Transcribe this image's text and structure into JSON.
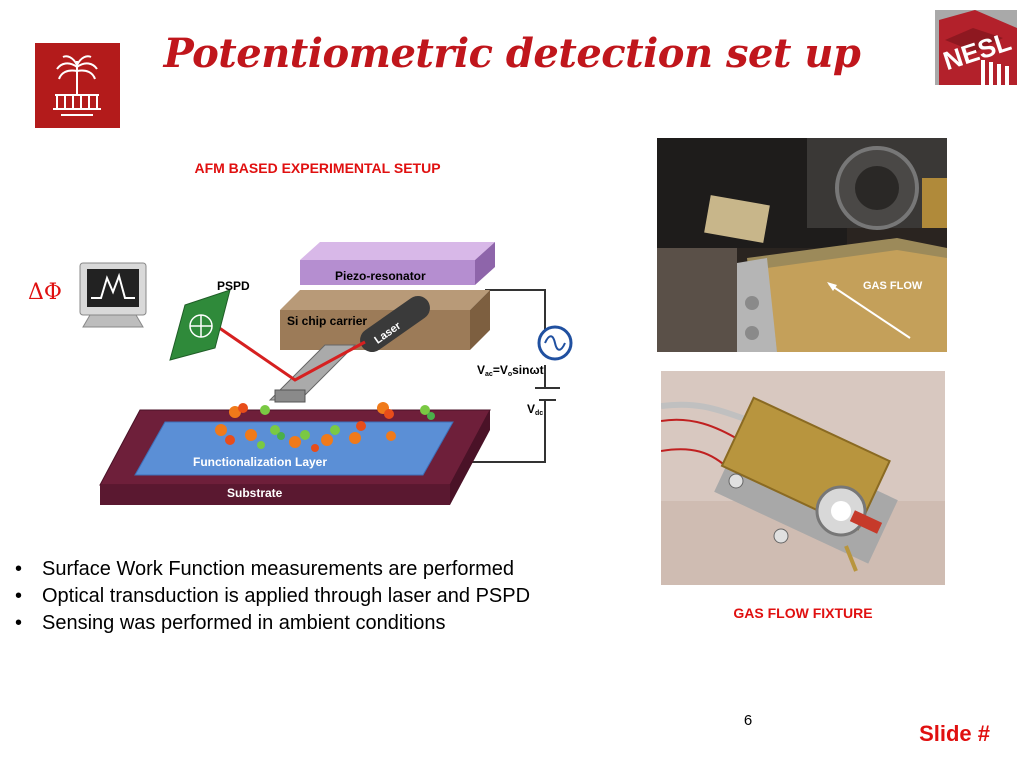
{
  "slide": {
    "title": "Potentiometric detection set up",
    "afm_caption": "AFM BASED  EXPERIMENTAL SETUP",
    "fixture_caption": "GAS FLOW FIXTURE",
    "page_number": "6",
    "slide_label": "Slide #",
    "accent_color": "#c0161c"
  },
  "logos": {
    "left": {
      "icon": "university-palmetto-logo"
    },
    "right": {
      "icon": "nesl-logo",
      "text": "NESL"
    }
  },
  "diagram": {
    "delta_phi": "ΔΦ",
    "pspd": "PSPD",
    "piezo": "Piezo-resonator",
    "si_chip": "Si chip carrier",
    "laser": "Laser",
    "vac_label": "V",
    "vac_sub": "ac",
    "vac_eq": "=V",
    "vac_sub2": "o",
    "vac_rest": "sinωt",
    "vdc_label": "V",
    "vdc_sub": "dc",
    "functionalization": "Functionalization Layer",
    "substrate": "Substrate"
  },
  "photo1": {
    "gas_flow_label": "GAS FLOW"
  },
  "bullets": [
    "Surface Work Function measurements are performed",
    "Optical transduction is applied through laser and PSPD",
    "Sensing was performed in ambient conditions"
  ]
}
